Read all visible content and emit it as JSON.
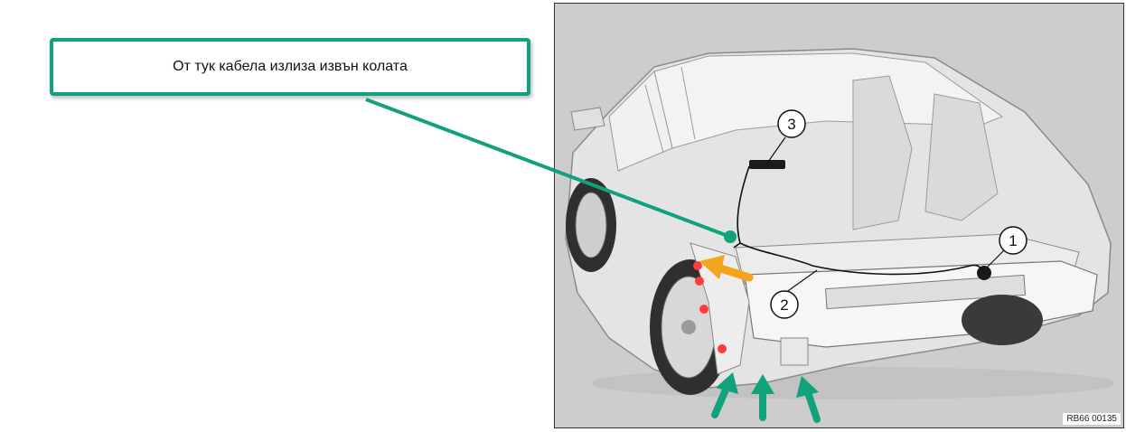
{
  "callout": {
    "text": "От тук кабела излиза извън колата"
  },
  "figure": {
    "reference_code": "RB66 00135"
  },
  "badges": [
    {
      "label": "1"
    },
    {
      "label": "2"
    },
    {
      "label": "3"
    }
  ],
  "colors": {
    "callout_accent": "#10a17d",
    "orange_arrow": "#f4a41d",
    "green_arrow": "#10a17d",
    "sealing_points": "#ff3b3b",
    "diagram_background": "#cdcdcd"
  }
}
